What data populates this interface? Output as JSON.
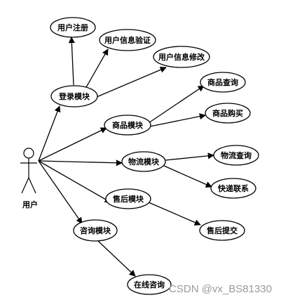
{
  "actor": {
    "label": "用户"
  },
  "nodes": {
    "register": "用户注册",
    "verify": "用户信息验证",
    "modify": "用户信息修改",
    "login": "登录模块",
    "goods": "商品模块",
    "goods_query": "商品查询",
    "goods_buy": "商品购买",
    "logistics": "物流模块",
    "logi_query": "物流查询",
    "express": "快递联系",
    "after_sale": "售后模块",
    "after_submit": "售后提交",
    "consult": "咨询模块",
    "online_consult": "在线咨询"
  },
  "watermark": "CSDN @vx_BS81330",
  "colors": {
    "stroke": "#000000",
    "background": "#ffffff",
    "watermark": "#9a9a9a"
  }
}
